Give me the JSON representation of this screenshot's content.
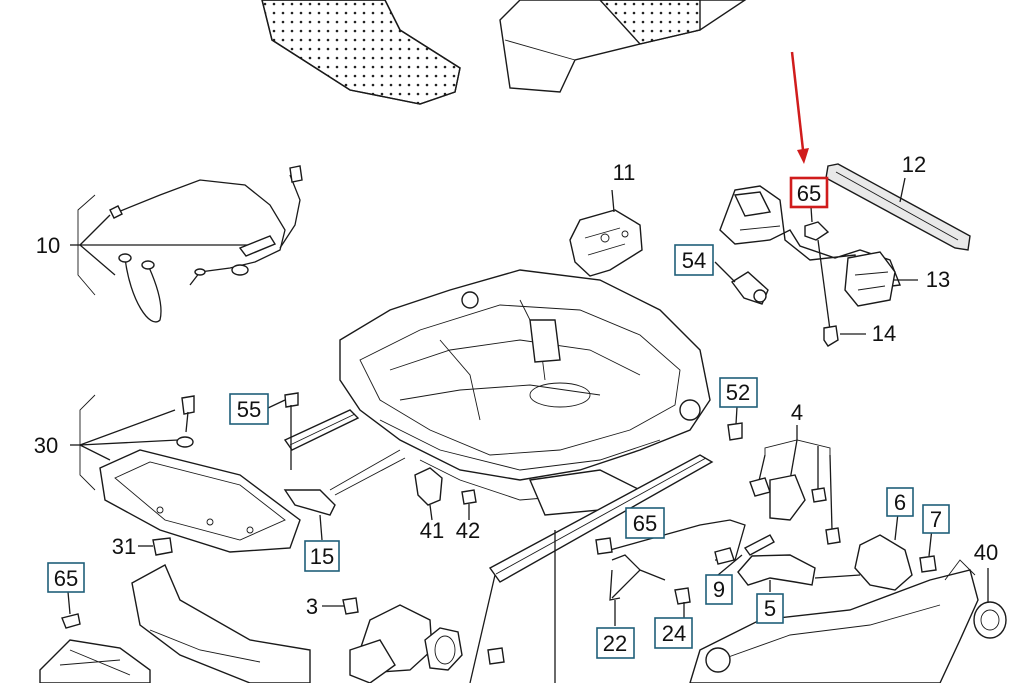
{
  "labels": {
    "l65_top": "65",
    "l12": "12",
    "l11": "11",
    "l54": "54",
    "l13": "13",
    "l14": "14",
    "l10": "10",
    "l55": "55",
    "l52": "52",
    "l4": "4",
    "l30": "30",
    "l31": "31",
    "l15": "15",
    "l41": "41",
    "l42": "42",
    "l65_mid": "65",
    "l6": "6",
    "l7": "7",
    "l40": "40",
    "l9": "9",
    "l5": "5",
    "l65_bot": "65",
    "l3": "3",
    "l22": "22",
    "l24": "24"
  },
  "colors": {
    "highlight": "#d01c1c",
    "box_border": "#1f5f7a",
    "line": "#1a1a1a"
  }
}
